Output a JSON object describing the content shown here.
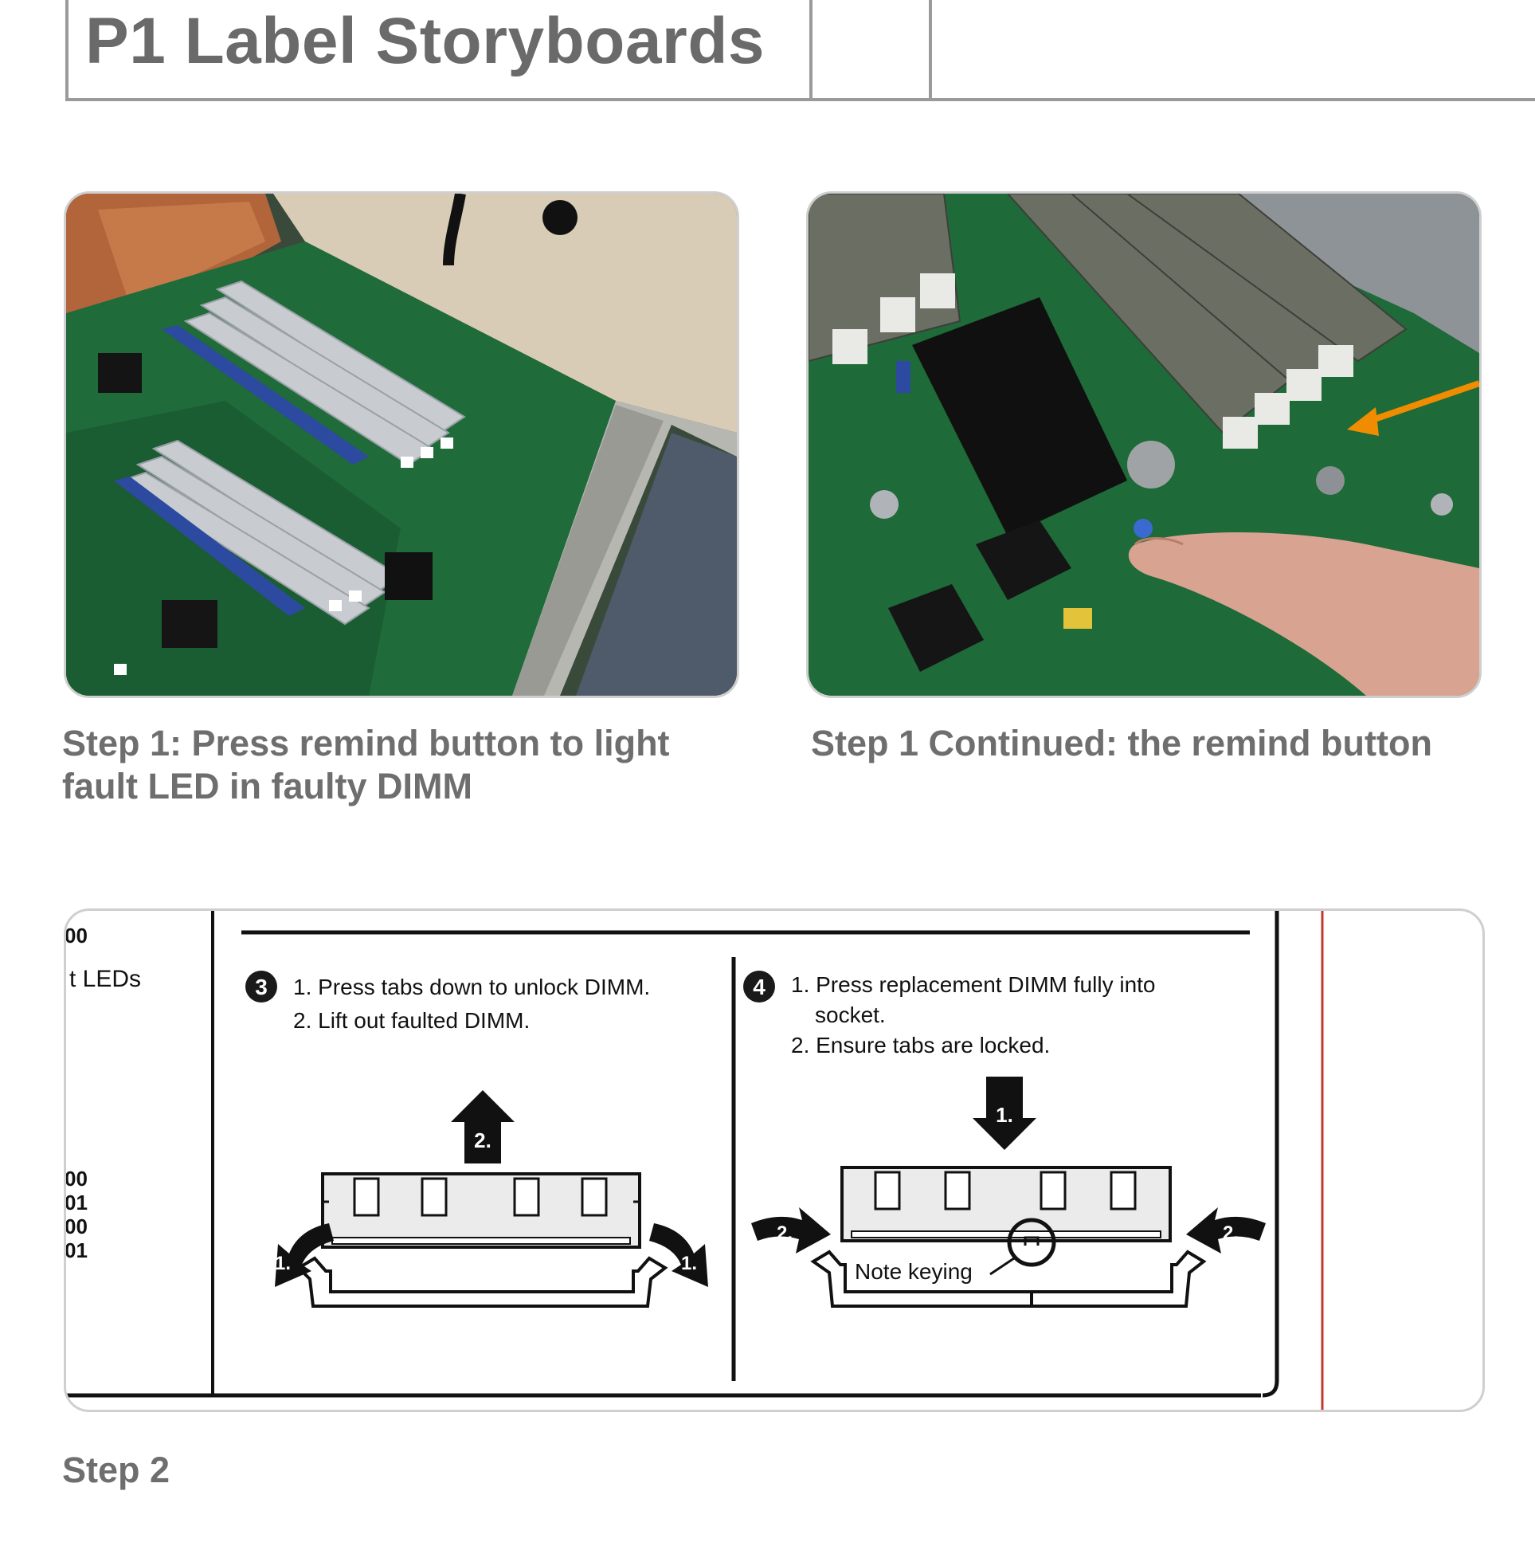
{
  "header": {
    "title": "P1 Label Storyboards"
  },
  "panels": [
    {
      "caption_line1": "Step 1: Press remind button to light",
      "caption_line2": "fault LED in faulty DIMM"
    },
    {
      "caption_line1": "Step 1 Continued: the remind button"
    }
  ],
  "instructions": {
    "left_fragment_top": "00",
    "left_fragment_leds": "t LEDs",
    "left_fragment_codes": [
      "00",
      "01",
      "00",
      "01"
    ],
    "step3": {
      "number": "3",
      "line1": "1. Press tabs down to unlock DIMM.",
      "line2": "2. Lift out faulted DIMM.",
      "arrow_up": "2.",
      "arrow_left": "1.",
      "arrow_right": "1."
    },
    "step4": {
      "number": "4",
      "line1": "1. Press replacement DIMM fully into",
      "line1b": "socket.",
      "line2": "2. Ensure tabs are locked.",
      "arrow_down": "1.",
      "arrow_left": "2.",
      "arrow_right": "2.",
      "note": "Note keying"
    }
  },
  "footer": {
    "caption": "Step 2"
  },
  "colors": {
    "text_gray": "#6e6e6e",
    "border_gray": "#cfcfcf",
    "pcb_green": "#1f6b3a",
    "accent_orange": "#f08c00",
    "guide_red": "#c0392b"
  }
}
